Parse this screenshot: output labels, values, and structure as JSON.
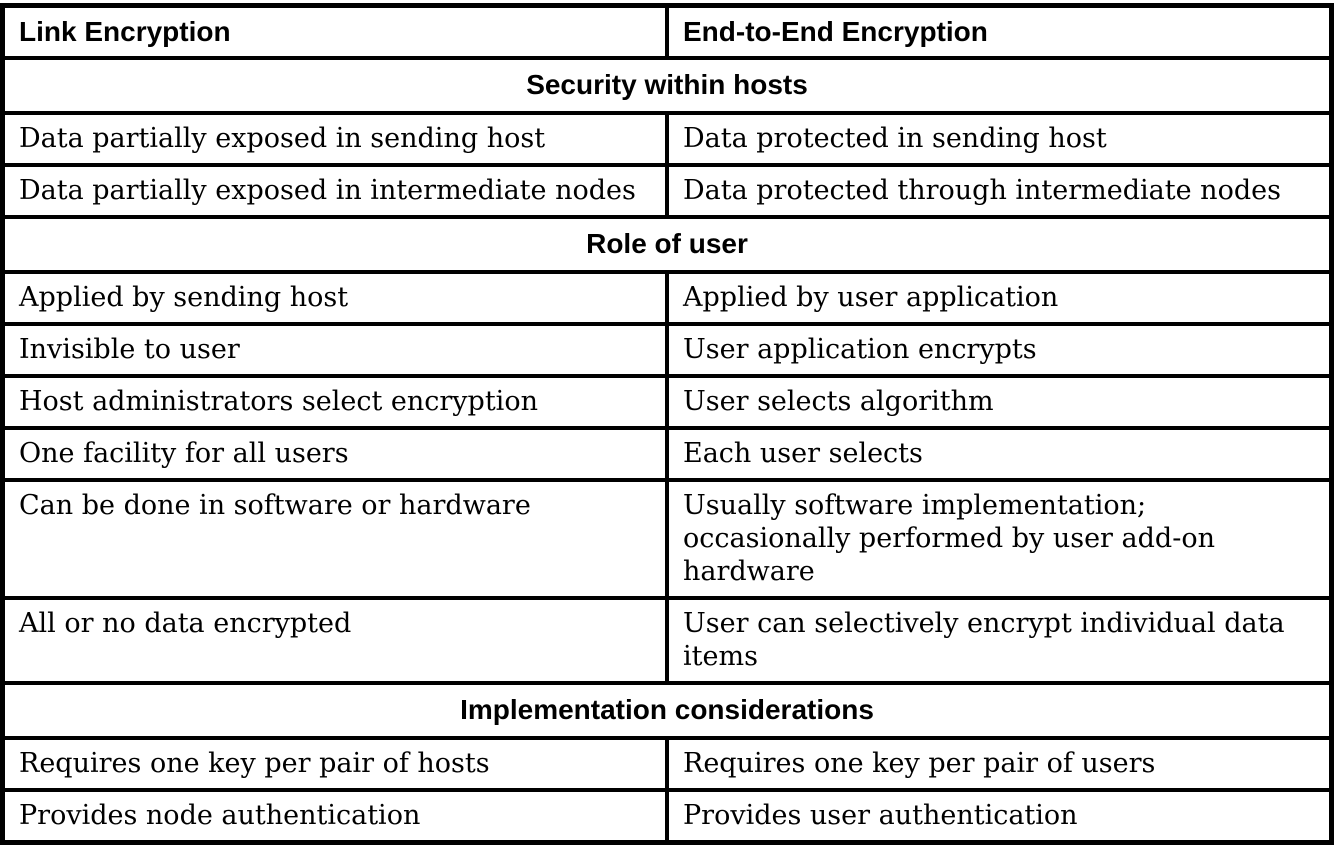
{
  "table": {
    "columns": [
      "Link Encryption",
      "End-to-End Encryption"
    ],
    "sections": [
      {
        "header": "Security within hosts",
        "rows": [
          [
            "Data partially exposed in sending host",
            "Data protected in sending host"
          ],
          [
            "Data partially exposed in intermediate nodes",
            "Data protected through intermediate nodes"
          ]
        ]
      },
      {
        "header": "Role of user",
        "rows": [
          [
            "Applied by sending host",
            "Applied by user application"
          ],
          [
            "Invisible to user",
            "User application encrypts"
          ],
          [
            "Host administrators select encryption",
            "User selects algorithm"
          ],
          [
            "One facility for all users",
            "Each user selects"
          ],
          [
            "Can be done in software or hardware",
            "Usually software implementation; occasionally performed by user add-on hardware"
          ],
          [
            "All or no data encrypted",
            "User can selectively encrypt individual data items"
          ]
        ]
      },
      {
        "header": "Implementation considerations",
        "rows": [
          [
            "Requires one key per pair of hosts",
            "Requires one key per pair of users"
          ],
          [
            "Provides node authentication",
            "Provides user authentication"
          ]
        ]
      }
    ],
    "colors": {
      "border": "#000000",
      "text": "#000000",
      "background": "#ffffff"
    }
  }
}
